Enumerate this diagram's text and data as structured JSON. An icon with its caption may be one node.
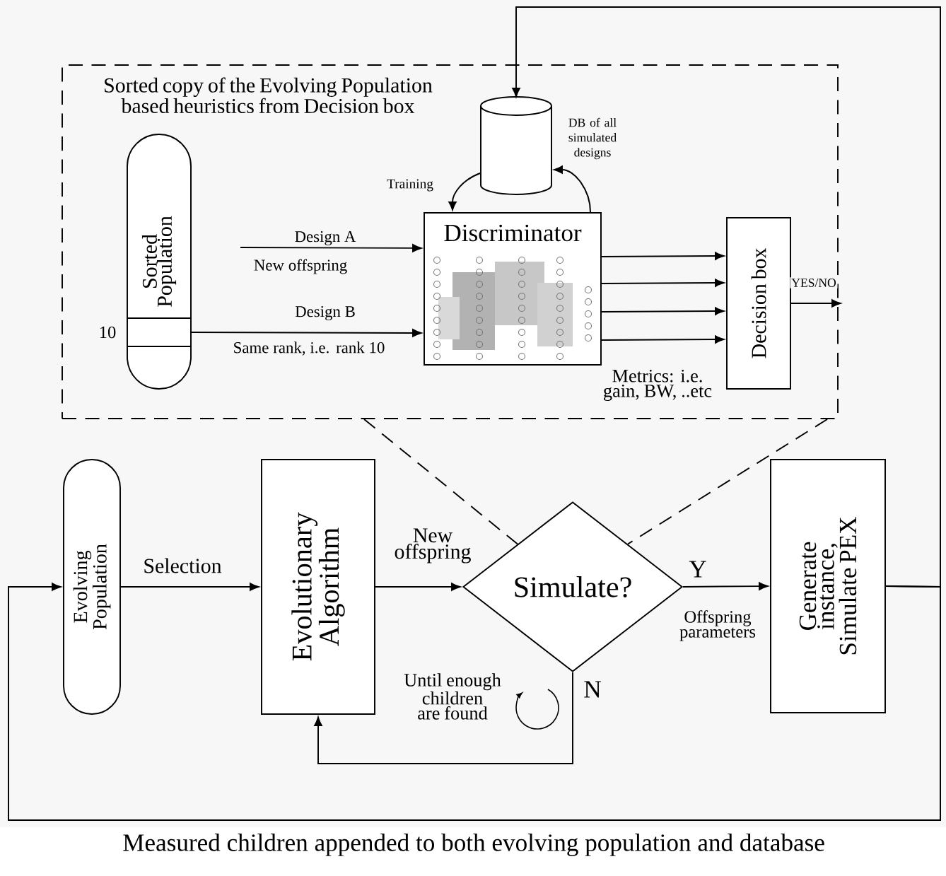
{
  "diagram": {
    "caption": "Measured children appended to both evolving population and database",
    "nodes": [
      {
        "text": [
          "Sorted copy of the Evolving Population based heuristics from Decision box"
        ]
      },
      {
        "text": [
          "Sorted Population"
        ],
        "in": 0,
        "beside": [
          "10"
        ]
      },
      {
        "text": [],
        "shape": "cylinder",
        "in": 0,
        "beside": [
          "DB of all simulated designs"
        ]
      },
      {
        "text": [
          "Discriminator"
        ],
        "in": 0
      },
      {
        "text": [
          "Decision box"
        ],
        "in": 0
      },
      {
        "text": [
          "Evolving Population"
        ]
      },
      {
        "text": [
          "Evolutionary Algorithm"
        ]
      },
      {
        "text": [
          "Simulate?"
        ]
      },
      {
        "text": [
          "Generate instance, Simulate PEX"
        ]
      }
    ],
    "edges": [
      {
        "from": null,
        "to": 3,
        "arrow": "to",
        "label": "Design A"
      },
      {
        "from": 1,
        "to": 3,
        "arrow": "to",
        "label": "Design B"
      },
      {
        "from": 2,
        "to": 3,
        "arrow": "to",
        "label": "Training"
      },
      {
        "from": 3,
        "to": 2,
        "arrow": "to"
      },
      {
        "from": 3,
        "to": 4,
        "arrow": "to"
      },
      {
        "from": 3,
        "to": 4,
        "arrow": "to"
      },
      {
        "from": 3,
        "to": 4,
        "arrow": "to"
      },
      {
        "from": 3,
        "to": 4,
        "arrow": "to"
      },
      {
        "from": 4,
        "to": null,
        "arrow": "to",
        "label": "YES/NO"
      },
      {
        "from": 5,
        "to": 6,
        "arrow": "to",
        "label": "Selection"
      },
      {
        "from": 6,
        "to": 7,
        "arrow": "to",
        "label": "New offspring"
      },
      {
        "from": 7,
        "to": 8,
        "arrow": "to",
        "label": "Y"
      },
      {
        "from": 7,
        "to": 6,
        "arrow": "to",
        "label": "N"
      },
      {
        "from": 8,
        "to": 2,
        "arrow": "to"
      },
      {
        "from": 8,
        "to": 5,
        "arrow": "to"
      },
      {
        "from": 0,
        "to": 7,
        "arrow": "none",
        "style": "dashed"
      },
      {
        "from": 0,
        "to": 7,
        "arrow": "none",
        "style": "dashed"
      }
    ],
    "labels": [
      "New offspring",
      "Same rank, i.e. rank 10",
      "Metrics: i.e. gain, BW, ..etc",
      "Offspring parameters",
      "Until enough children are found"
    ]
  }
}
